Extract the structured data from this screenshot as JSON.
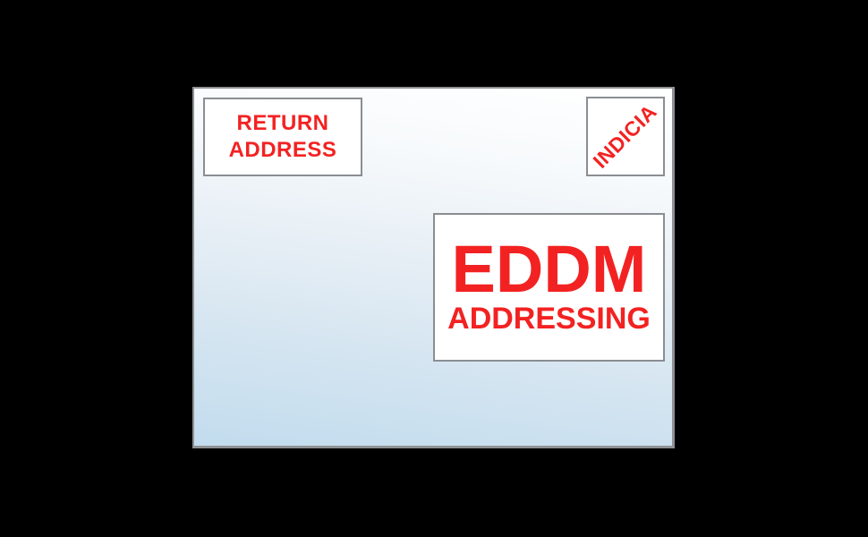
{
  "diagram": {
    "background_color": "#000000",
    "envelope": {
      "border_color": "#8e9194",
      "gradient_top": "#ffffff",
      "gradient_bottom": "#c2dcee"
    },
    "label_color": "#f32222",
    "box_border_color": "#8a8e92",
    "return_address": {
      "line1": "RETURN",
      "line2": "ADDRESS"
    },
    "indicia": {
      "label": "INDICIA",
      "rotation_deg": -45
    },
    "eddm": {
      "line1": "EDDM",
      "line2": "ADDRESSING"
    }
  }
}
